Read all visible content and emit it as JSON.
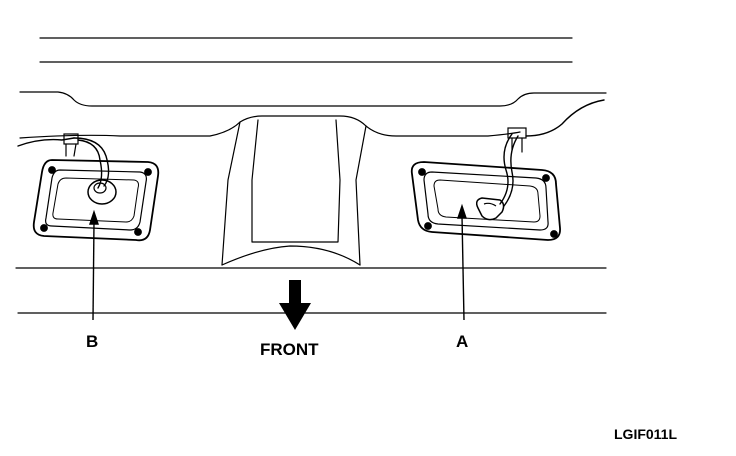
{
  "labels": {
    "b": "B",
    "a": "A",
    "front": "FRONT",
    "figure_code": "LGIF011L"
  },
  "colors": {
    "ink": "#000000",
    "background": "#ffffff"
  }
}
